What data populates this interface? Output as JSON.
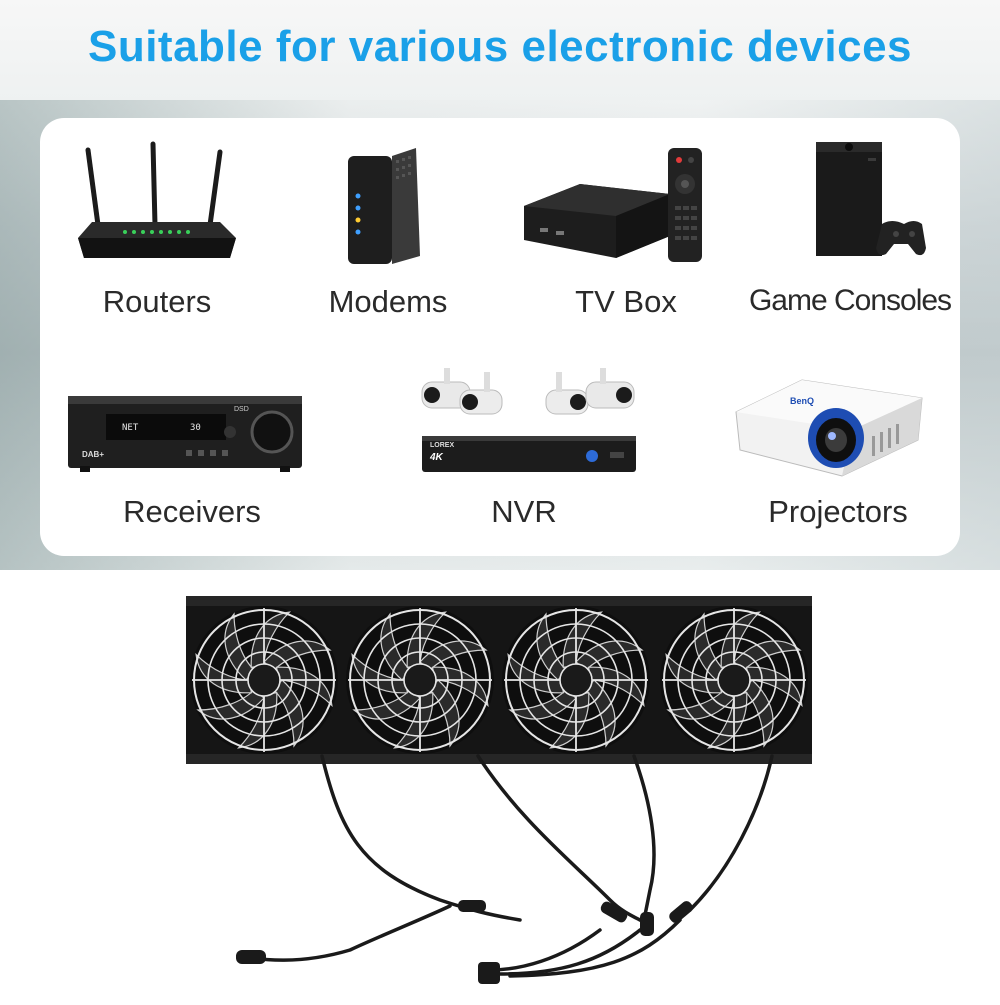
{
  "headline": "Suitable for various electronic devices",
  "devices": [
    {
      "label": "Routers",
      "icon": "router-icon"
    },
    {
      "label": "Modems",
      "icon": "modem-icon"
    },
    {
      "label": "TV Box",
      "icon": "tv-box-icon"
    },
    {
      "label": "Game Consoles",
      "icon": "game-console-icon"
    },
    {
      "label": "Receivers",
      "icon": "receiver-icon"
    },
    {
      "label": "NVR",
      "icon": "nvr-icon"
    },
    {
      "label": "Projectors",
      "icon": "projector-icon"
    }
  ],
  "device_text": {
    "receiver_display": "NET",
    "receiver_display_num": "30",
    "receiver_badge": "DSD",
    "receiver_dab": "DAB+",
    "nvr_brand": "LOREX",
    "nvr_4k": "4K",
    "projector_brand": "BenQ"
  },
  "colors": {
    "headline": "#1aa0e8",
    "card": "#ffffff",
    "device_black": "#1b1b1b"
  }
}
